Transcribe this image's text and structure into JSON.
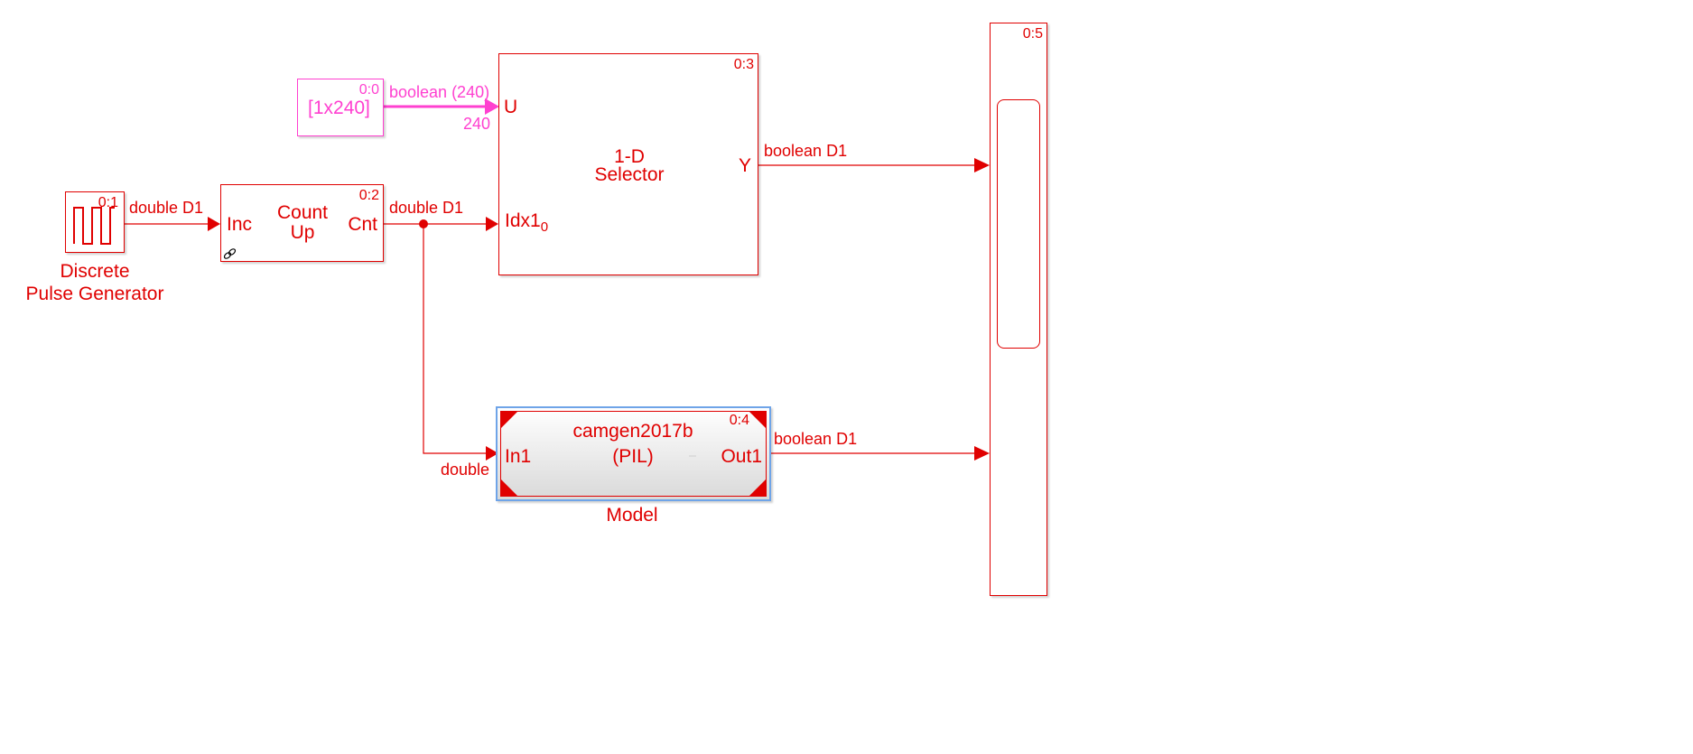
{
  "colors": {
    "block": "#e00000",
    "constant": "#ff40d0",
    "selection": "#6fa4e8"
  },
  "blocks": {
    "pulse": {
      "rate": "0:1",
      "name_line1": "Discrete",
      "name_line2": "Pulse Generator"
    },
    "constant": {
      "rate": "0:0",
      "value": "[1x240]"
    },
    "counter": {
      "rate": "0:2",
      "inport": "Inc",
      "title_line1": "Count",
      "title_line2": "Up",
      "outport": "Cnt",
      "icon": "link-icon"
    },
    "selector": {
      "rate": "0:3",
      "port_u": "U",
      "title_line1": "1-D",
      "title_line2": "Selector",
      "port_y": "Y",
      "port_idx": "Idx1",
      "port_idx_sub": "0"
    },
    "model": {
      "rate": "0:4",
      "ref_name": "camgen2017b",
      "mode": "(PIL)",
      "inport": "In1",
      "outport": "Out1",
      "name": "Model"
    },
    "scope": {
      "rate": "0:5"
    }
  },
  "signals": {
    "pulse_out": "double D1",
    "const_out": "boolean (240)",
    "const_dim": "240",
    "counter_out": "double D1",
    "model_in": "double",
    "selector_out": "boolean D1",
    "model_out": "boolean D1"
  }
}
